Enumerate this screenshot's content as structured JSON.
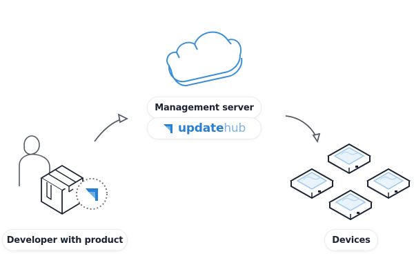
{
  "diagram": {
    "nodes": {
      "server": {
        "label": "Management server",
        "brand": {
          "part1": "update",
          "part2": "hub"
        }
      },
      "developer": {
        "label": "Developer with product"
      },
      "devices": {
        "label": "Devices",
        "count": 4
      }
    },
    "edges": [
      {
        "from": "developer",
        "to": "server"
      },
      {
        "from": "server",
        "to": "devices"
      }
    ],
    "icons": [
      "cloud-icon",
      "person-icon",
      "package-icon",
      "updatehub-logo-icon",
      "device-icon"
    ]
  },
  "colors": {
    "brand_blue": "#2a7fd0",
    "brand_light": "#7fb2e2",
    "line_dark": "#1c2333",
    "cloud_blue": "#3a8fd8",
    "chip_blue": "#9cc8ee"
  }
}
